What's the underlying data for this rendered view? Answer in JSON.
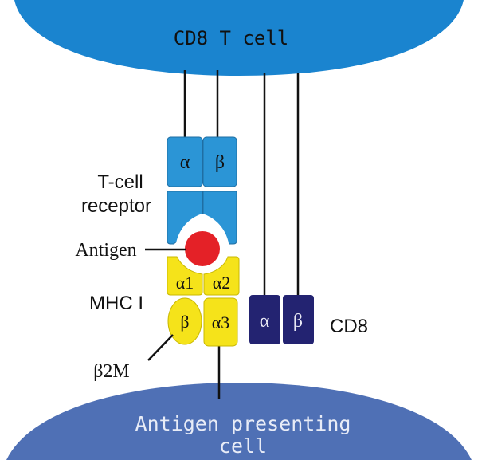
{
  "cells": {
    "t_cell_label": "CD8 T cell",
    "apc_label_line1": "Antigen presenting",
    "apc_label_line2": "cell"
  },
  "tcr": {
    "label_line1": "T-cell",
    "label_line2": "receptor",
    "alpha": "α",
    "beta": "β"
  },
  "antigen": {
    "label": "Antigen"
  },
  "mhc": {
    "label": "MHC I",
    "alpha1": "α1",
    "alpha2": "α2",
    "alpha3": "α3",
    "b2m_domain": "β",
    "b2m_label": "β2M"
  },
  "cd8": {
    "label": "CD8",
    "alpha": "α",
    "beta": "β"
  },
  "colors": {
    "t_cell": "#1a84cf",
    "apc": "#4f70b5",
    "tcr": "#2b95d6",
    "mhc": "#f5e31a",
    "antigen": "#e42127",
    "cd8": "#232371"
  }
}
